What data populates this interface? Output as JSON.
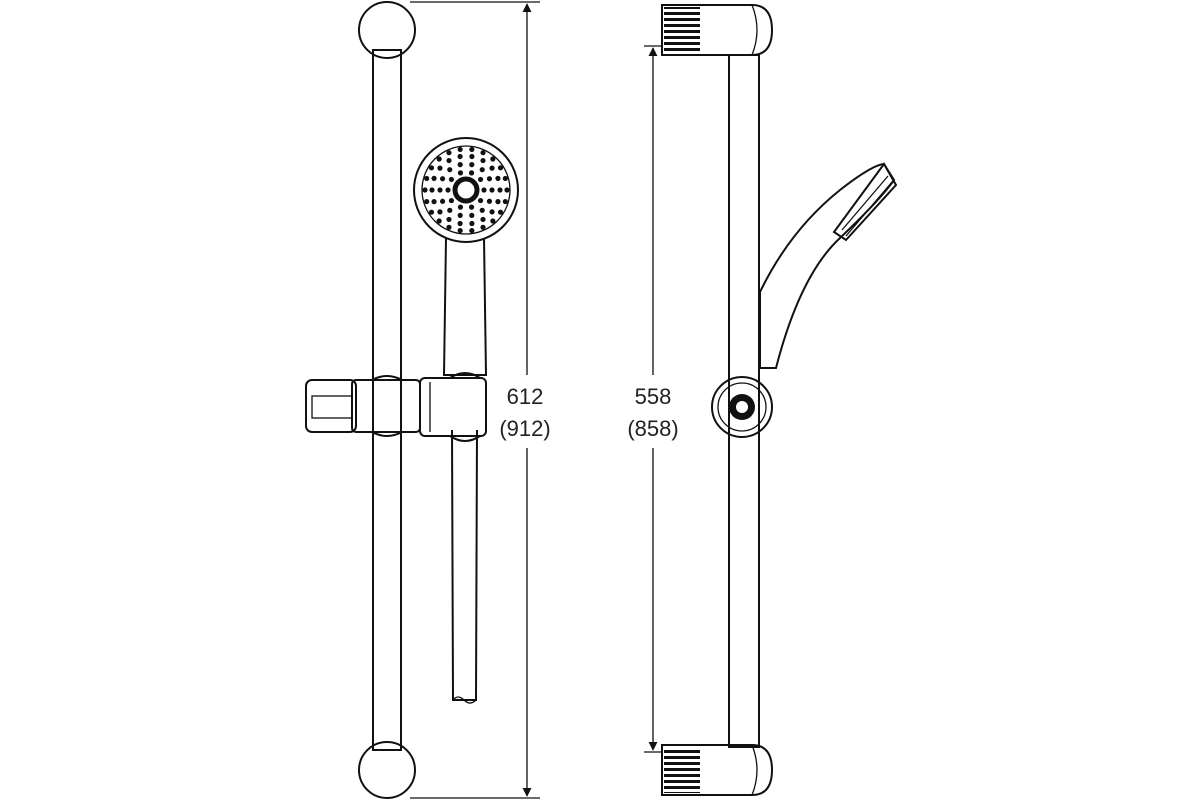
{
  "front_view": {
    "dimension_top": "612",
    "dimension_bottom": "(912)"
  },
  "side_view": {
    "dimension_top": "558",
    "dimension_bottom": "(858)"
  },
  "colors": {
    "line": "#111111",
    "background": "#ffffff",
    "text": "#222222"
  }
}
